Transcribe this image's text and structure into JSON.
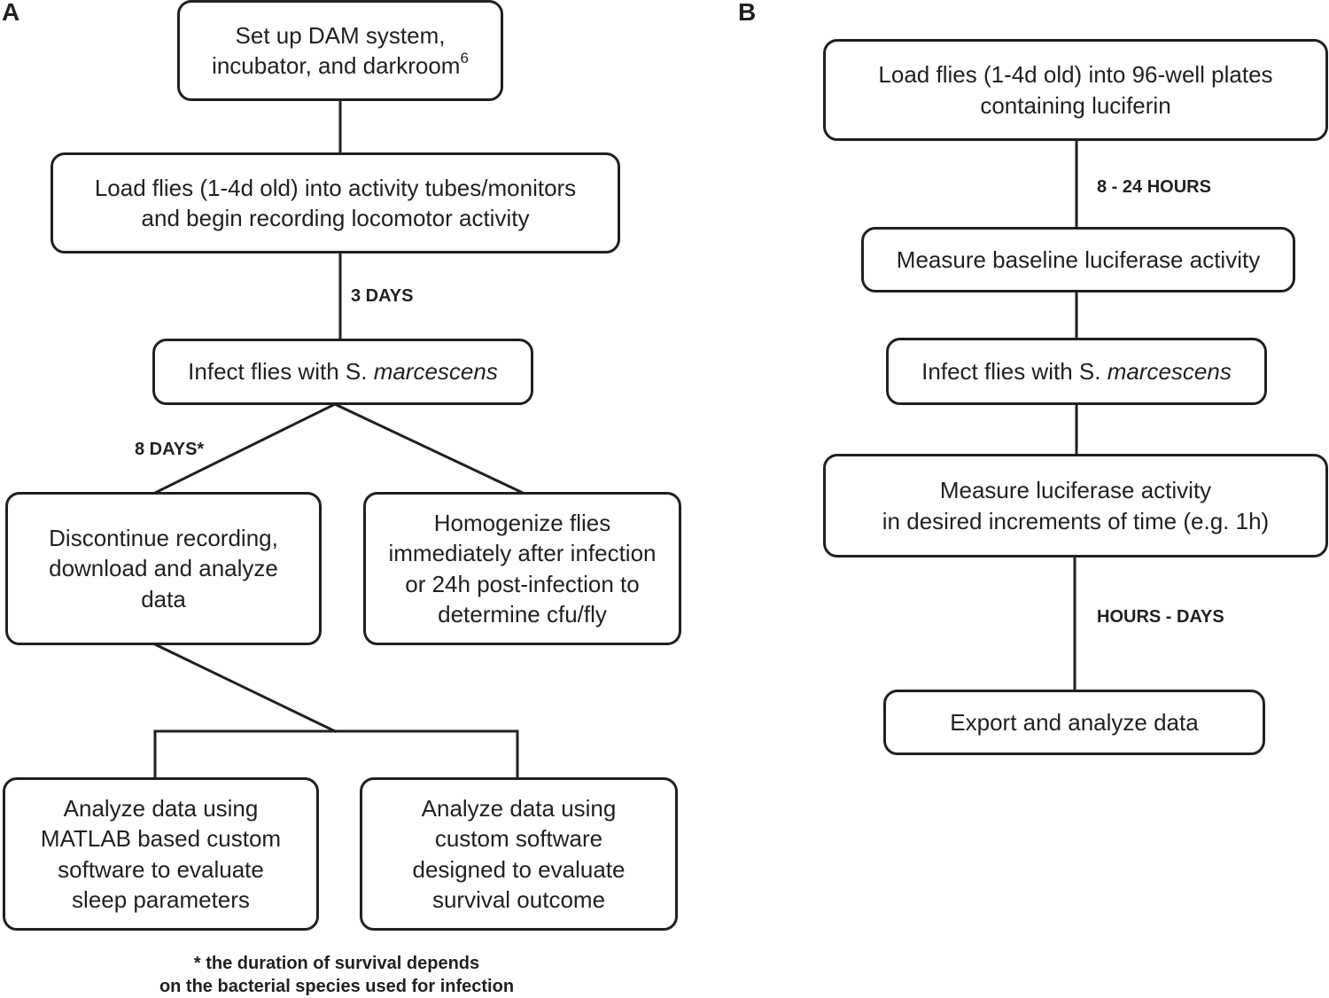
{
  "panel_a": {
    "label": "A",
    "setup": {
      "lines": [
        "Set up DAM system,",
        "incubator, and darkroom"
      ],
      "superscript": "6"
    },
    "load": {
      "lines": [
        "Load flies (1-4d old) into activity tubes/monitors",
        "and begin recording locomotor activity"
      ]
    },
    "gap_1": "3 DAYS",
    "infect": {
      "prefix": "Infect flies with S. ",
      "species": "marcescens"
    },
    "gap_2": "8 DAYS*",
    "discontinue": {
      "lines": [
        "Discontinue recording,",
        "download and analyze",
        "data"
      ]
    },
    "homogenize": {
      "lines": [
        "Homogenize flies",
        "immediately after infection",
        "or 24h post-infection to",
        "determine cfu/fly"
      ]
    },
    "sleep": {
      "lines": [
        "Analyze data using",
        "MATLAB based custom",
        "software to evaluate",
        "sleep parameters"
      ]
    },
    "survival": {
      "lines": [
        "Analyze data using",
        "custom software",
        "designed to evaluate",
        "survival outcome"
      ]
    },
    "footnote": [
      "* the duration of survival depends",
      "on the bacterial species used for infection"
    ]
  },
  "panel_b": {
    "label": "B",
    "load": {
      "lines": [
        "Load flies (1-4d old) into 96-well plates",
        "containing luciferin"
      ]
    },
    "gap_1": "8 - 24 HOURS",
    "baseline": {
      "lines": [
        "Measure baseline luciferase activity"
      ]
    },
    "infect": {
      "prefix": "Infect flies with S. ",
      "species": "marcescens"
    },
    "measure": {
      "lines": [
        "Measure luciferase activity",
        "in desired increments of time (e.g. 1h)"
      ]
    },
    "gap_2": "HOURS - DAYS",
    "export": {
      "lines": [
        "Export and analyze data"
      ]
    }
  }
}
